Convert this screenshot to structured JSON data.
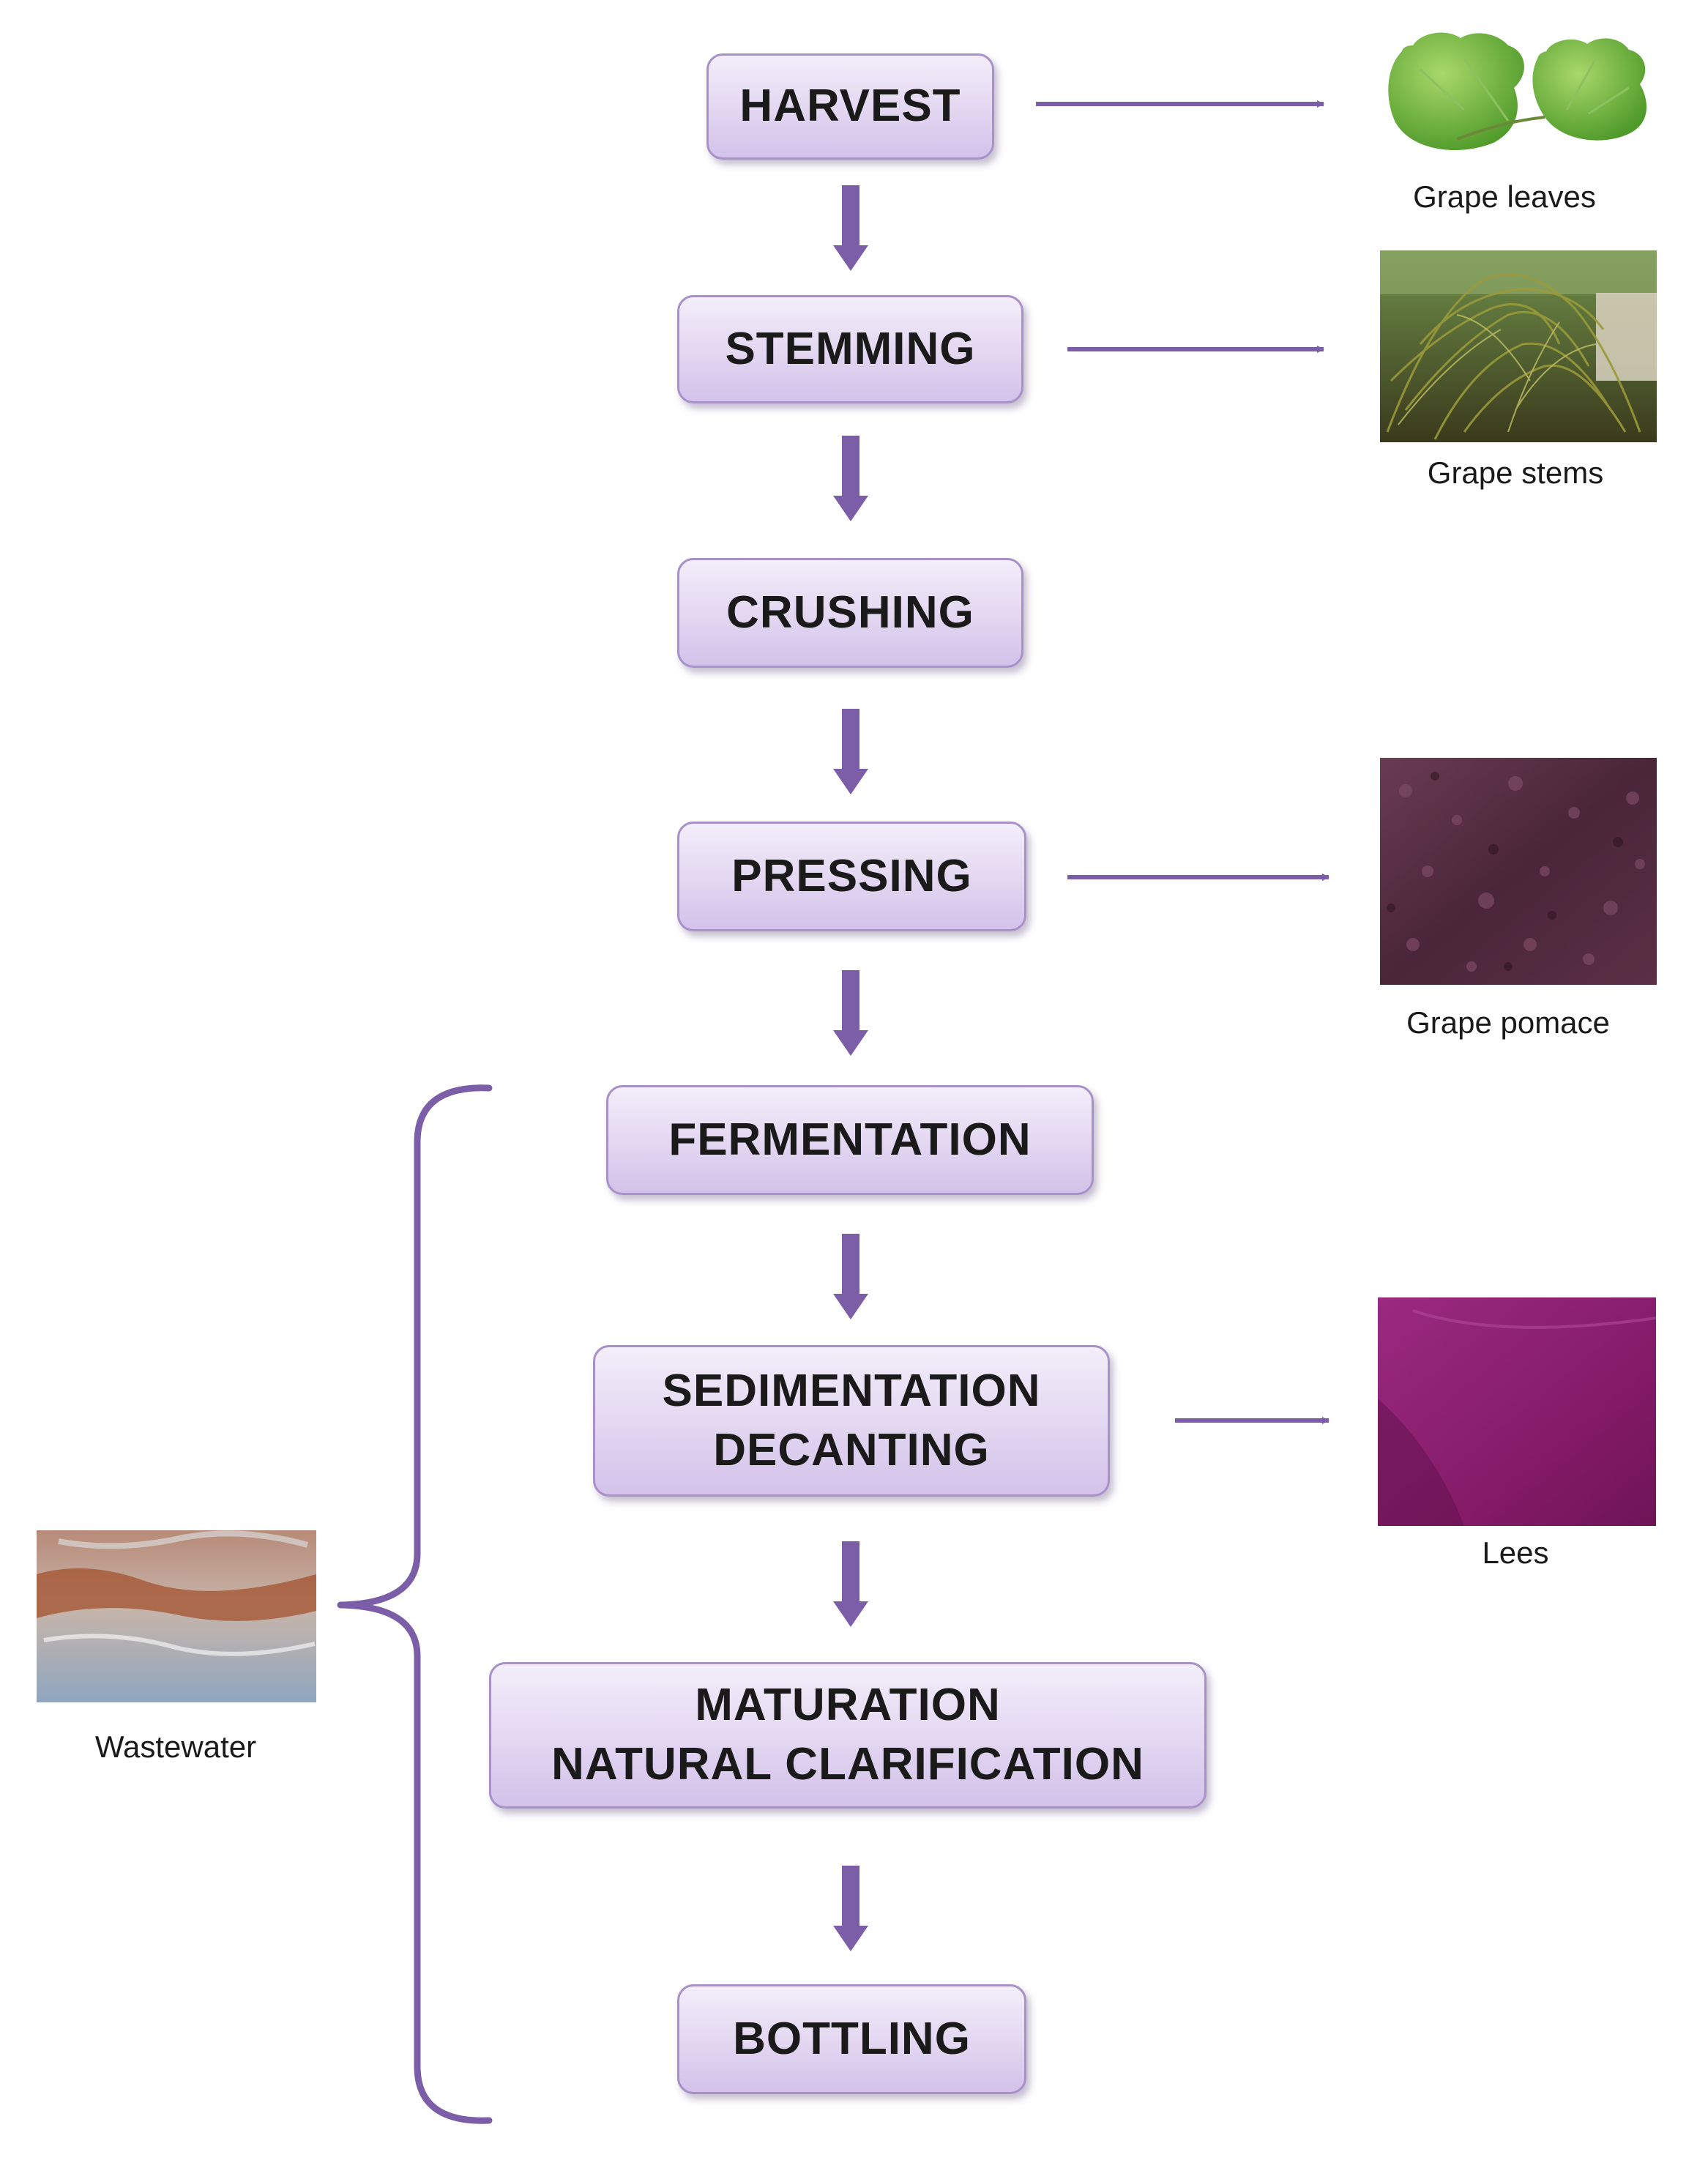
{
  "steps": [
    {
      "id": "harvest",
      "lines": [
        "HARVEST"
      ]
    },
    {
      "id": "stemming",
      "lines": [
        "STEMMING"
      ]
    },
    {
      "id": "crushing",
      "lines": [
        "CRUSHING"
      ]
    },
    {
      "id": "pressing",
      "lines": [
        "PRESSING"
      ]
    },
    {
      "id": "fermentation",
      "lines": [
        "FERMENTATION"
      ]
    },
    {
      "id": "sedimentation",
      "lines": [
        "SEDIMENTATION",
        "DECANTING"
      ]
    },
    {
      "id": "maturation",
      "lines": [
        "MATURATION",
        "NATURAL CLARIFICATION"
      ]
    },
    {
      "id": "bottling",
      "lines": [
        "BOTTLING"
      ]
    }
  ],
  "byproducts": {
    "grape_leaves": "Grape leaves",
    "grape_stems": "Grape stems",
    "grape_pomace": "Grape pomace",
    "lees": "Lees",
    "wastewater": "Wastewater"
  },
  "colors": {
    "arrow": "#7b5ea7",
    "box_border": "#a890c8",
    "box_fill_top": "#f3eefa",
    "box_fill_bottom": "#d3c2ea",
    "pomace": "#4e2a3e",
    "lees": "#8a1f6e"
  }
}
